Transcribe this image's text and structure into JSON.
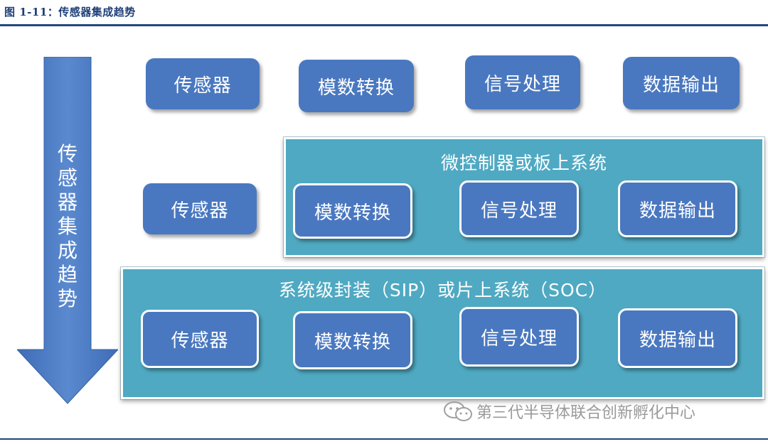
{
  "figure_title": "图 1-11：传感器集成趋势",
  "arrow_label": "传感器集成趋势",
  "row1": {
    "boxes": [
      "传感器",
      "模数转换",
      "信号处理",
      "数据输出"
    ]
  },
  "row2": {
    "sensor": "传感器",
    "panel_title": "微控制器或板上系统",
    "boxes": [
      "模数转换",
      "信号处理",
      "数据输出"
    ]
  },
  "row3": {
    "panel_title": "系统级封装（SIP）或片上系统（SOC）",
    "boxes": [
      "传感器",
      "模数转换",
      "信号处理",
      "数据输出"
    ]
  },
  "watermark": "第三代半导体联合创新孵化中心",
  "colors": {
    "box_fill": "#4a78c0",
    "panel_fill": "#4fa9c2",
    "arrow_fill": "#4a78c0",
    "rule": "#24467d"
  }
}
